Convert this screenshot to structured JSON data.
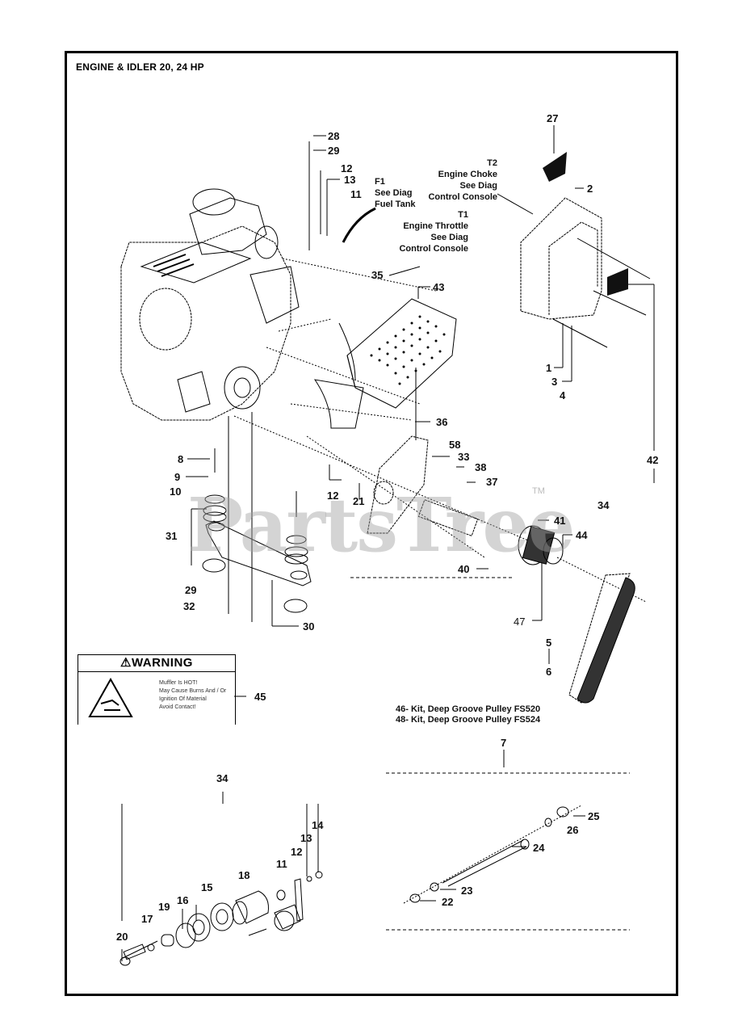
{
  "title": "ENGINE & IDLER 20, 24 HP",
  "watermark": {
    "text": "PartsTree",
    "trademark": "TM"
  },
  "notes": {
    "f1": {
      "code": "F1",
      "line1": "See Diag",
      "line2": "Fuel Tank"
    },
    "t2": {
      "code": "T2",
      "line1": "Engine Choke",
      "line2": "See Diag",
      "line3": "Control Console"
    },
    "t1": {
      "code": "T1",
      "line1": "Engine Throttle",
      "line2": "See Diag",
      "line3": "Control Console"
    }
  },
  "warning_label": {
    "heading": "WARNING",
    "body": "Muffler Is HOT!\nMay Cause Burns And / Or\nIgnition Of Material\nAvoid Contact!",
    "part_no": "45"
  },
  "kits": [
    "46- Kit, Deep Groove Pulley FS520",
    "48- Kit, Deep Groove Pulley FS524"
  ],
  "callouts": {
    "c28": "28",
    "c29a": "29",
    "c12a": "12",
    "c13a": "13",
    "c11a": "11",
    "c27": "27",
    "c2": "2",
    "c35": "35",
    "c43": "43",
    "c1": "1",
    "c3": "3",
    "c4": "4",
    "c42": "42",
    "c36": "36",
    "c58": "58",
    "c33": "33",
    "c38": "38",
    "c37": "37",
    "c8": "8",
    "c9": "9",
    "c10": "10",
    "c12b": "12",
    "c21": "21",
    "c31": "31",
    "c29b": "29",
    "c32": "32",
    "c30": "30",
    "c40": "40",
    "c41": "41",
    "c34a": "34",
    "c44": "44",
    "c47": "47",
    "c5": "5",
    "c6": "6",
    "c7": "7",
    "c34b": "34",
    "c14": "14",
    "c13b": "13",
    "c12c": "12",
    "c11b": "11",
    "c18": "18",
    "c15": "15",
    "c16": "16",
    "c19": "19",
    "c17": "17",
    "c20": "20",
    "c25": "25",
    "c26": "26",
    "c24": "24",
    "c23": "23",
    "c22": "22"
  }
}
